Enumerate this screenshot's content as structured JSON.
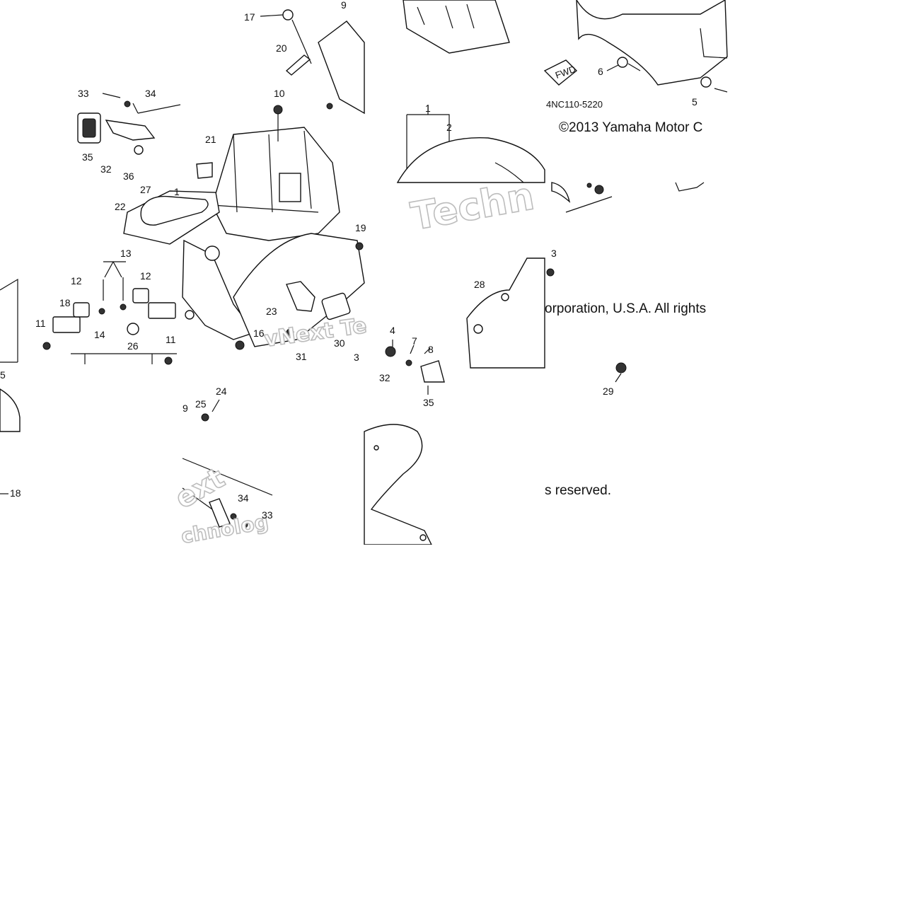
{
  "diagram_code": "4NC110-5220",
  "copyright": {
    "line1": "©2013 Yamaha Motor C",
    "line2": "orporation, U.S.A. All rights",
    "line3": "s reserved."
  },
  "fwd_arrow_text": "FWD",
  "watermarks": [
    "Techn",
    "vNext Te",
    "ext",
    "chnolog"
  ],
  "part_callouts": [
    {
      "id": "c17",
      "text": "17"
    },
    {
      "id": "c9",
      "text": "9"
    },
    {
      "id": "c20",
      "text": "20"
    },
    {
      "id": "c33a",
      "text": "33"
    },
    {
      "id": "c34a",
      "text": "34"
    },
    {
      "id": "c10",
      "text": "10"
    },
    {
      "id": "c35a",
      "text": "35"
    },
    {
      "id": "c32a",
      "text": "32"
    },
    {
      "id": "c36",
      "text": "36"
    },
    {
      "id": "c21",
      "text": "21"
    },
    {
      "id": "c27",
      "text": "27"
    },
    {
      "id": "c1a",
      "text": "1"
    },
    {
      "id": "c22",
      "text": "22"
    },
    {
      "id": "c13",
      "text": "13"
    },
    {
      "id": "c12a",
      "text": "12"
    },
    {
      "id": "c12b",
      "text": "12"
    },
    {
      "id": "c18a",
      "text": "18"
    },
    {
      "id": "c11a",
      "text": "11"
    },
    {
      "id": "c14",
      "text": "14"
    },
    {
      "id": "c26",
      "text": "26"
    },
    {
      "id": "c11b",
      "text": "11"
    },
    {
      "id": "c19a",
      "text": "19"
    },
    {
      "id": "c23",
      "text": "23"
    },
    {
      "id": "c16",
      "text": "16"
    },
    {
      "id": "c31",
      "text": "31"
    },
    {
      "id": "c30",
      "text": "30"
    },
    {
      "id": "c3a",
      "text": "3"
    },
    {
      "id": "c6",
      "text": "6"
    },
    {
      "id": "c5a",
      "text": "5"
    },
    {
      "id": "c1b",
      "text": "1"
    },
    {
      "id": "c2",
      "text": "2"
    },
    {
      "id": "c3b",
      "text": "3"
    },
    {
      "id": "c28",
      "text": "28"
    },
    {
      "id": "c4",
      "text": "4"
    },
    {
      "id": "c7",
      "text": "7"
    },
    {
      "id": "c8",
      "text": "8"
    },
    {
      "id": "c32b",
      "text": "32"
    },
    {
      "id": "c35b",
      "text": "35"
    },
    {
      "id": "c29",
      "text": "29"
    },
    {
      "id": "c5b",
      "text": "5"
    },
    {
      "id": "c9b",
      "text": "9"
    },
    {
      "id": "c25",
      "text": "25"
    },
    {
      "id": "c24",
      "text": "24"
    },
    {
      "id": "c18b",
      "text": "18"
    },
    {
      "id": "c34b",
      "text": "34"
    },
    {
      "id": "c33b",
      "text": "33"
    }
  ]
}
